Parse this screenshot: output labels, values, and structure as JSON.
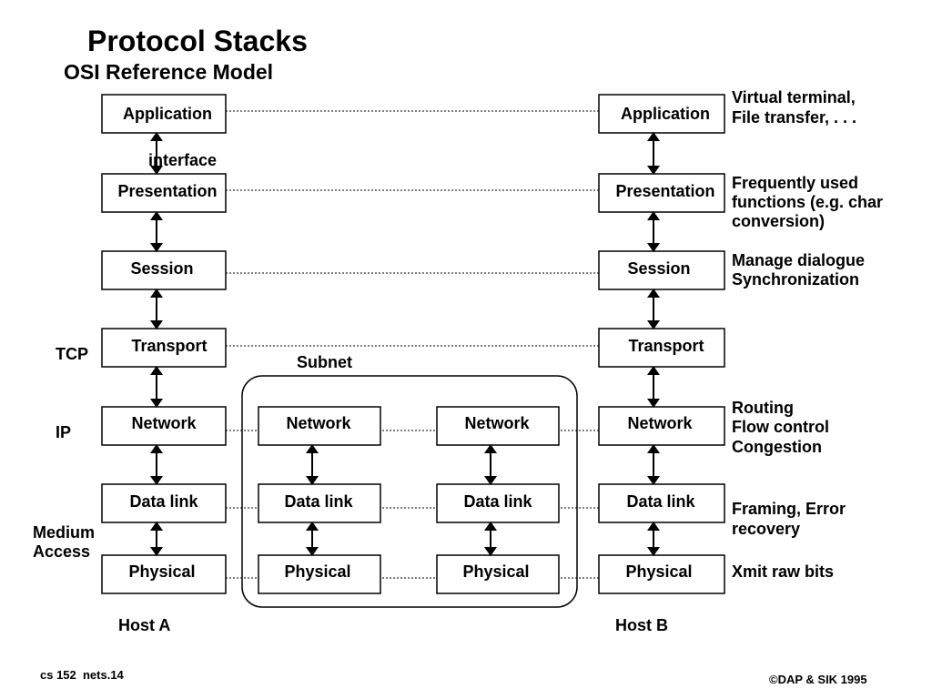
{
  "title": "Protocol Stacks",
  "subtitle": "OSI Reference Model",
  "interface_label": "interface",
  "subnet_label": "Subnet",
  "host_a": {
    "label": "Host A",
    "layers": [
      "Application",
      "Presentation",
      "Session",
      "Transport",
      "Network",
      "Data link",
      "Physical"
    ]
  },
  "host_b": {
    "label": "Host B",
    "layers": [
      "Application",
      "Presentation",
      "Session",
      "Transport",
      "Network",
      "Data link",
      "Physical"
    ]
  },
  "subnet_node_1": {
    "layers": [
      "Network",
      "Data link",
      "Physical"
    ]
  },
  "subnet_node_2": {
    "layers": [
      "Network",
      "Data link",
      "Physical"
    ]
  },
  "left_labels": {
    "tcp": "TCP",
    "ip": "IP",
    "medium_access": [
      "Medium",
      "Access"
    ]
  },
  "descriptions": {
    "application": [
      "Virtual terminal,",
      "File transfer, . . ."
    ],
    "presentation": [
      "Frequently used",
      "functions (e.g. char",
      "conversion)"
    ],
    "session": [
      "Manage dialogue",
      "Synchronization"
    ],
    "network": [
      "Routing",
      "Flow control",
      "Congestion"
    ],
    "data_link": [
      "Framing, Error",
      "recovery"
    ],
    "physical": [
      "Xmit raw bits"
    ]
  },
  "footer": {
    "left": "cs 152  nets.14",
    "right": "©DAP & SIK 1995"
  }
}
